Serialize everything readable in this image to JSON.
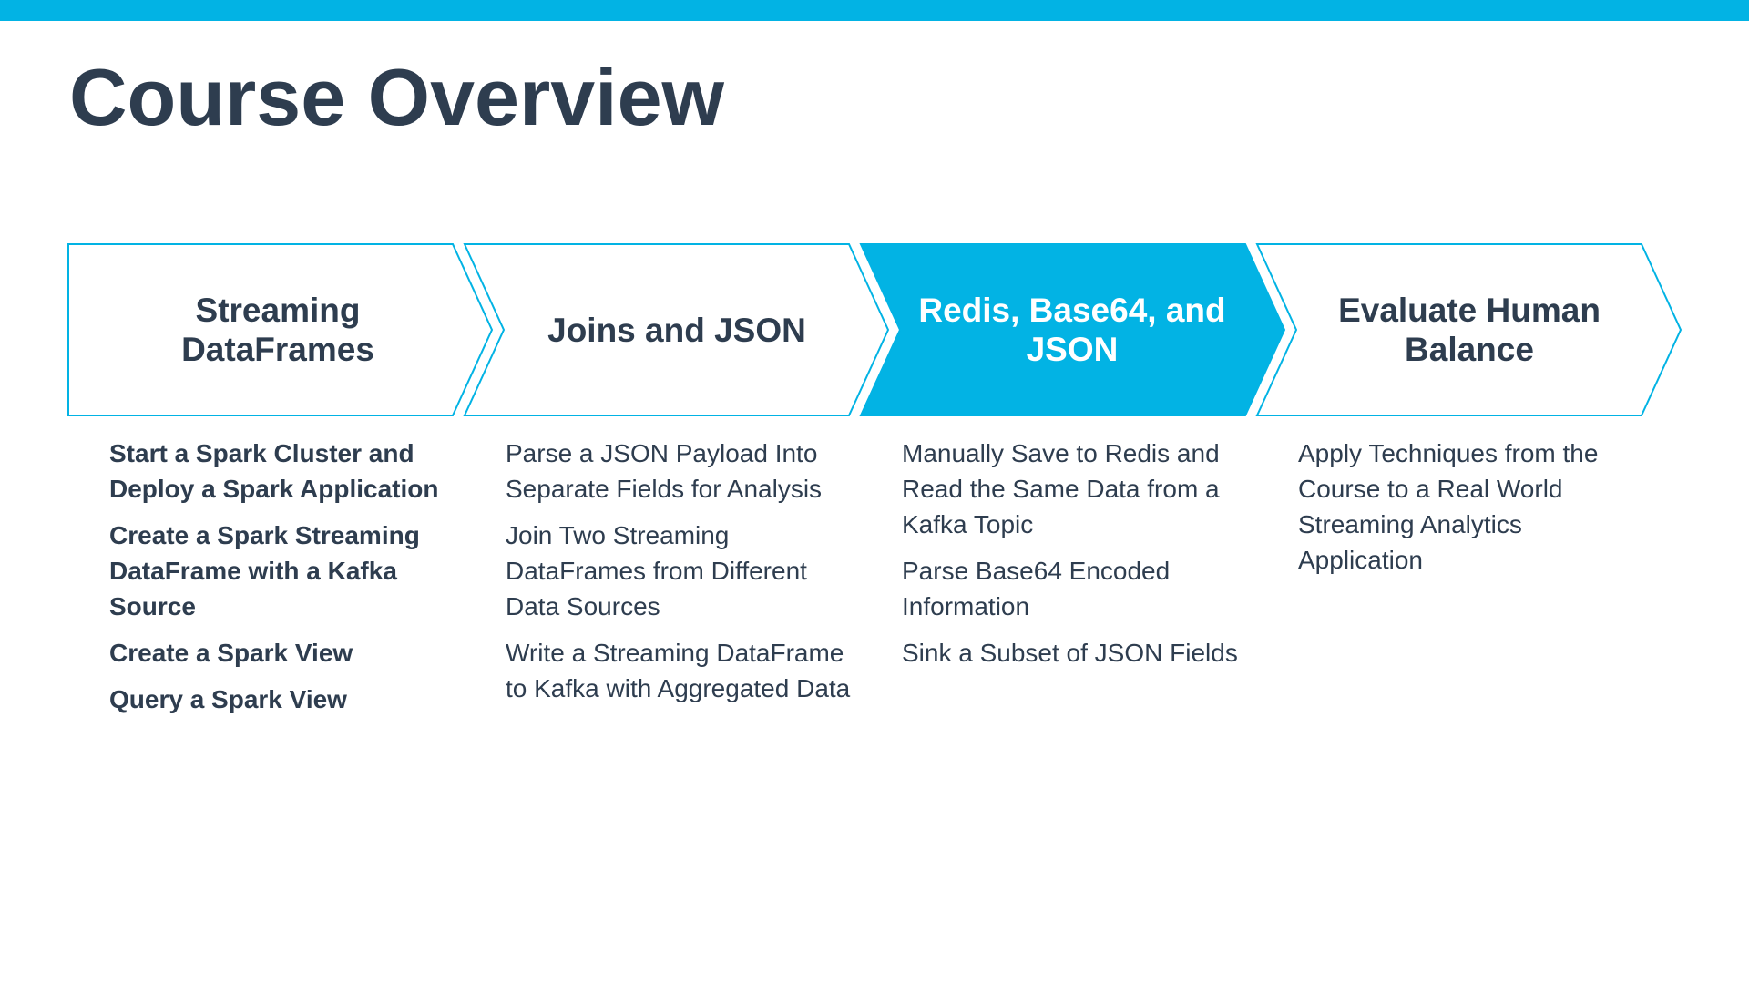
{
  "slide": {
    "title": "Course Overview"
  },
  "colors": {
    "accent": "#02b3e4",
    "text": "#2e3d4f",
    "background": "#ffffff"
  },
  "steps": [
    {
      "label": "Streaming DataFrames",
      "active": false,
      "bullets": [
        "Start a Spark Cluster and Deploy a Spark Application",
        "Create a Spark Streaming DataFrame with a Kafka Source",
        "Create a Spark View",
        "Query a Spark View"
      ]
    },
    {
      "label": "Joins and JSON",
      "active": false,
      "bullets": [
        "Parse a JSON Payload Into Separate Fields for Analysis",
        "Join Two Streaming DataFrames from Different Data Sources",
        "Write a Streaming DataFrame to Kafka with Aggregated Data"
      ]
    },
    {
      "label": "Redis, Base64, and JSON",
      "active": true,
      "bullets": [
        "Manually Save to Redis and Read the Same Data from a Kafka Topic",
        "Parse Base64 Encoded Information",
        "Sink a Subset of JSON Fields"
      ]
    },
    {
      "label": "Evaluate Human Balance",
      "active": false,
      "bullets": [
        "Apply Techniques from the Course to a Real World Streaming Analytics Application"
      ]
    }
  ]
}
